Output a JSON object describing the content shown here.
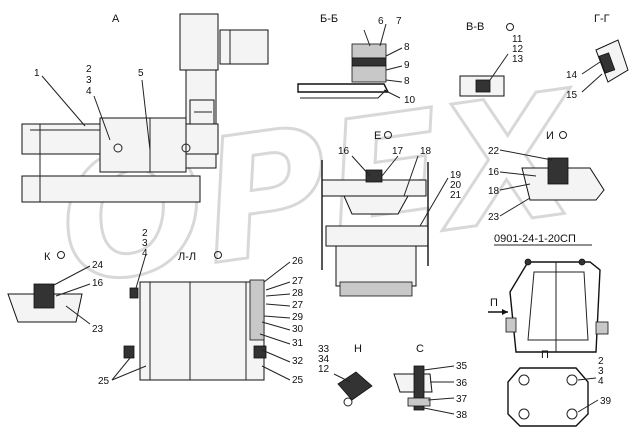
{
  "watermark": "ОРЕХ",
  "views": {
    "A": "А",
    "BB": "Б-Б",
    "VV": "В-В",
    "GG": "Г-Г",
    "E": "Е",
    "I": "И",
    "K": "К",
    "LL": "Л-Л",
    "N": "Н",
    "S": "С",
    "P_title": "П",
    "P_arrow": "П"
  },
  "assembly_title": "0901-24-1-20СП",
  "callouts": {
    "c1": "1",
    "c2": "2",
    "c3": "3",
    "c4": "4",
    "c5": "5",
    "c6": "6",
    "c7": "7",
    "c8": "8",
    "c9": "9",
    "c10": "10",
    "vv11": "11",
    "vv12": "12",
    "vv13": "13",
    "c14": "14",
    "c15": "15",
    "e16": "16",
    "e17": "17",
    "e18": "18",
    "e19": "19",
    "e20": "20",
    "e21": "21",
    "i22": "22",
    "i16": "16",
    "i18": "18",
    "i23": "23",
    "k24": "24",
    "k16": "16",
    "k23": "23",
    "l2": "2",
    "l3": "3",
    "l4": "4",
    "l26": "26",
    "l27a": "27",
    "l28": "28",
    "l27b": "27",
    "l29": "29",
    "l30": "30",
    "l31": "31",
    "l32": "32",
    "l25a": "25",
    "l25b": "25",
    "n33": "33",
    "n34": "34",
    "n12": "12",
    "s35": "35",
    "s36": "36",
    "s37": "37",
    "s38": "38",
    "p2": "2",
    "p3": "3",
    "p4": "4",
    "p39": "39"
  }
}
